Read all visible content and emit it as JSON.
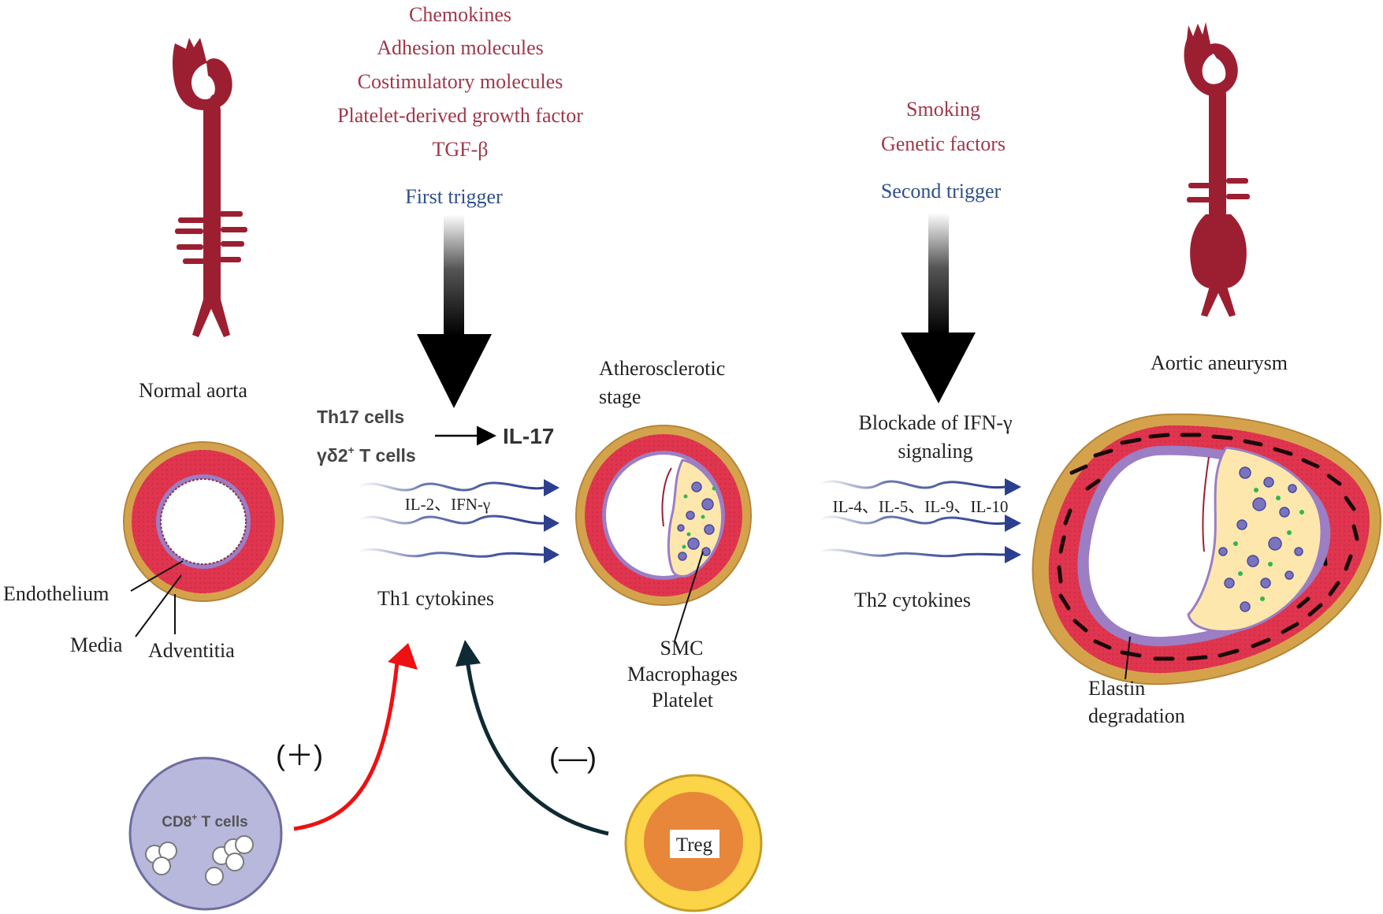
{
  "triggers": {
    "first": {
      "factors": [
        "Chemokines",
        "Adhesion molecules",
        "Costimulatory molecules",
        "Platelet-derived growth factor",
        "TGF-β"
      ],
      "label": "First trigger"
    },
    "second": {
      "factors": [
        "Smoking",
        "Genetic factors"
      ],
      "label": "Second trigger"
    }
  },
  "stages": {
    "normal": "Normal aorta",
    "athero_line1": "Atherosclerotic",
    "athero_line2": "stage",
    "aneurysm": "Aortic aneurysm"
  },
  "layers": {
    "endothelium": "Endothelium",
    "media": "Media",
    "adventitia": "Adventitia"
  },
  "th17": {
    "cells1": "Th17 cells",
    "cells2_main": "γδ2",
    "cells2_sup": "+",
    "cells2_tail": " T cells",
    "output": "IL-17"
  },
  "th1": {
    "cytokines_list": "IL-2、IFN-γ",
    "label": "Th1 cytokines"
  },
  "blockade": {
    "line1": "Blockade of IFN-γ",
    "line2": "signaling"
  },
  "th2": {
    "cytokines_list": "IL-4、IL-5、IL-9、IL-10",
    "label": "Th2 cytokines"
  },
  "plaque_components": [
    "SMC",
    "Macrophages",
    "Platelet"
  ],
  "elastin": [
    "Elastin",
    "degradation"
  ],
  "regulators": {
    "positive_sign": "(＋)",
    "negative_sign": "(—)",
    "cd8_main": "CD8",
    "cd8_sup": "+",
    "cd8_tail": " T cells",
    "treg": "Treg"
  },
  "colors": {
    "factor_text": "#a0384a",
    "trigger_text": "#2f4f8a",
    "aorta": "#9c1f31",
    "media": "#e0354f",
    "adventitia": "#d5a24c",
    "endothelium": "#9b7ec4",
    "plaque": "#fde7ad",
    "cytokine_arrow": "#2c3f8f",
    "positive_arrow": "#ee1111",
    "negative_arrow": "#0f2a33"
  }
}
